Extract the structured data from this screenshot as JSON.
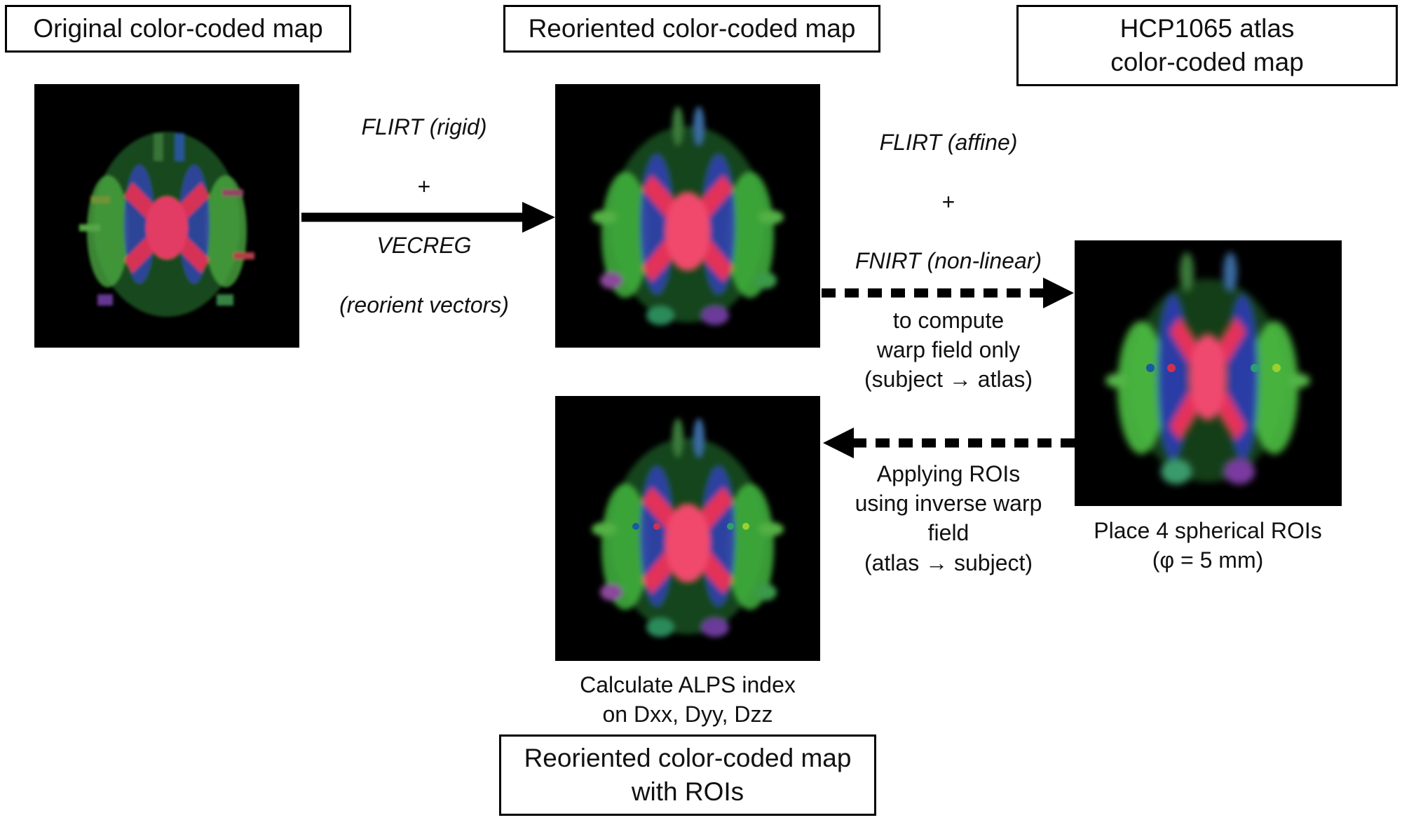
{
  "boxes": {
    "original": "Original color-coded map",
    "reoriented": "Reoriented color-coded map",
    "atlas": "HCP1065 atlas\ncolor-coded map",
    "with_rois": "Reoriented color-coded map\nwith ROIs"
  },
  "steps": {
    "rigid": {
      "line1": "FLIRT (rigid)",
      "plus": "+",
      "line2": "VECREG",
      "line3": "(reorient vectors)"
    },
    "affine": {
      "line1": "FLIRT (affine)",
      "plus": "+",
      "line2": "FNIRT (non-linear)",
      "rest": "to compute\nwarp field only\n(subject → atlas)"
    },
    "inverse": "Applying ROIs\nusing inverse warp\nfield\n(atlas → subject)"
  },
  "captions": {
    "place_rois": "Place 4 spherical ROIs\n(φ = 5 mm)",
    "alps": "Calculate ALPS index\non Dxx, Dyy, Dzz"
  },
  "colors": {
    "panel_bg": "#000000",
    "red": "#e8304a",
    "green": "#35b837",
    "blue": "#2c3fb0",
    "arrow": "#000000"
  }
}
